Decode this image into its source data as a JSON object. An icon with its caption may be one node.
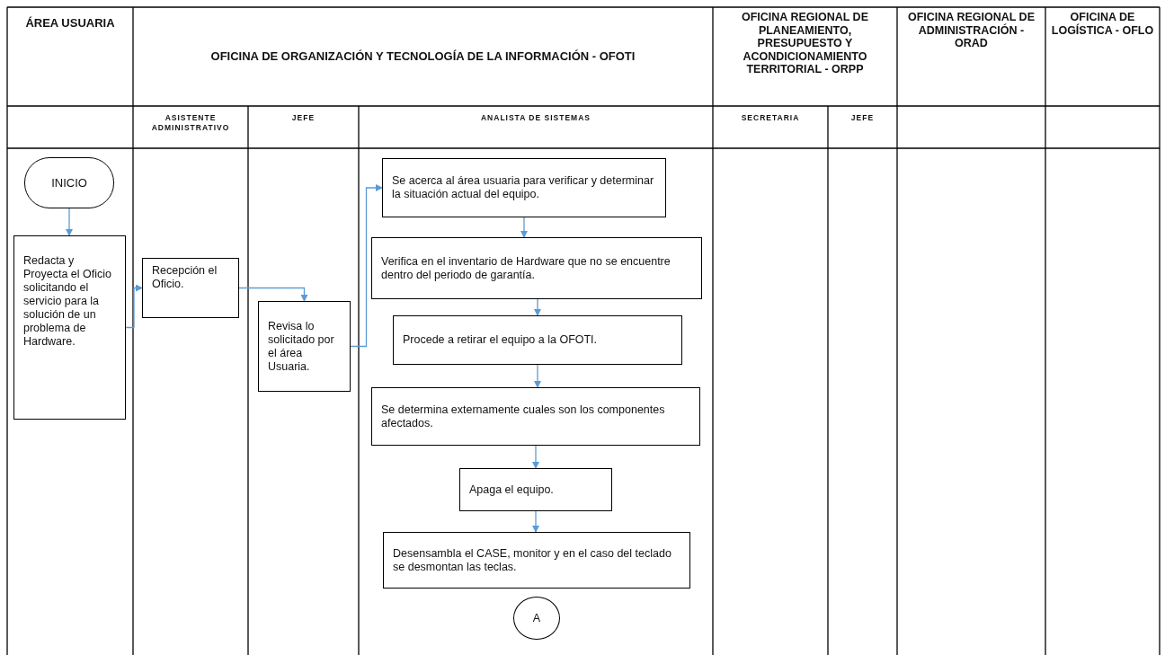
{
  "diagram": {
    "nodes": [
      {
        "text": [
          "INICIO"
        ]
      },
      {
        "text": [
          "Redacta y Proyecta el Oficio solicitando el servicio para la solución de un problema de Hardware."
        ]
      },
      {
        "text": [
          "Recepción el Oficio."
        ]
      },
      {
        "text": [
          "Revisa lo solicitado por el área Usuaria."
        ]
      },
      {
        "text": [
          "Se acerca al área usuaria para verificar y determinar la situación actual del equipo."
        ]
      },
      {
        "text": [
          "Verifica en el inventario de Hardware que no se encuentre dentro del periodo de garantía."
        ]
      },
      {
        "text": [
          "Procede a retirar el equipo a la OFOTI."
        ]
      },
      {
        "text": [
          "Se determina externamente cuales son los componentes afectados."
        ]
      },
      {
        "text": [
          "Apaga el equipo."
        ]
      },
      {
        "text": [
          "Desensambla el CASE, monitor y en el caso del teclado se desmontan las teclas."
        ]
      },
      {
        "text": [
          "A"
        ]
      }
    ],
    "edges": [
      {
        "from": 0,
        "to": 1,
        "arrow": "to"
      },
      {
        "from": 1,
        "to": 2,
        "arrow": "to"
      },
      {
        "from": 2,
        "to": 3,
        "arrow": "to"
      },
      {
        "from": 3,
        "to": 4,
        "arrow": "to"
      },
      {
        "from": 4,
        "to": 5,
        "arrow": "to"
      },
      {
        "from": 5,
        "to": 6,
        "arrow": "to"
      },
      {
        "from": 6,
        "to": 7,
        "arrow": "to"
      },
      {
        "from": 7,
        "to": 8,
        "arrow": "to"
      },
      {
        "from": 8,
        "to": 9,
        "arrow": "to"
      }
    ],
    "labels": [
      "ÁREA USUARIA",
      "OFICINA DE ORGANIZACIÓN Y TECNOLOGÍA DE LA INFORMACIÓN - OFOTI",
      "OFICINA REGIONAL DE PLANEAMIENTO, PRESUPUESTO Y ACONDICIONAMIENTO TERRITORIAL - ORPP",
      "OFICINA REGIONAL DE ADMINISTRACIÓN - ORAD",
      "OFICINA DE LOGÍSTICA - OFLO",
      "ASISTENTE ADMINISTRATIVO",
      "JEFE",
      "ANALISTA DE SISTEMAS",
      "SECRETARIA",
      "JEFE"
    ]
  }
}
